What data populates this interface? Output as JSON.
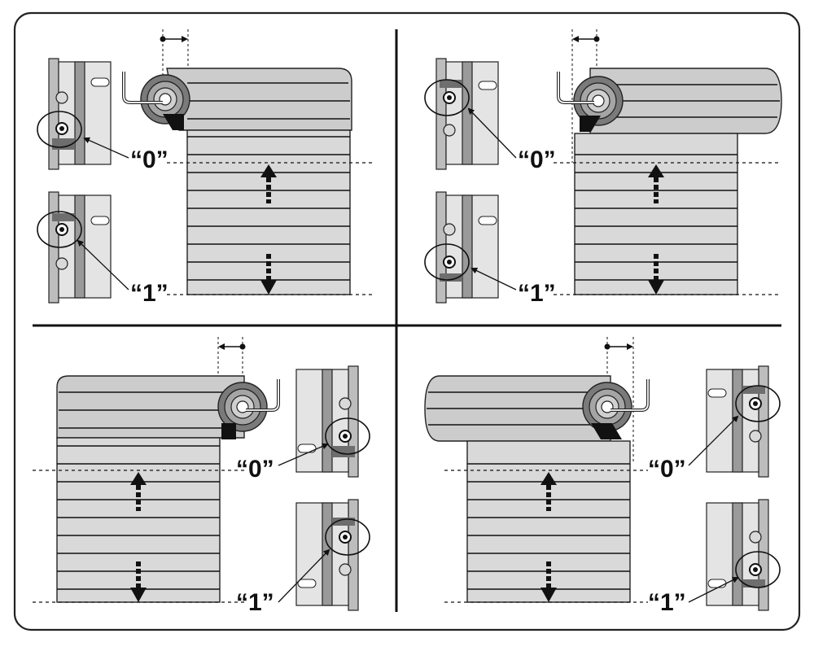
{
  "diagram": {
    "labels": {
      "pos0": "“0”",
      "pos1": "“1”"
    },
    "panels": [
      {
        "id": "top-left",
        "roll_side": "right"
      },
      {
        "id": "top-right",
        "roll_side": "left"
      },
      {
        "id": "bottom-left",
        "roll_side": "left"
      },
      {
        "id": "bottom-right",
        "roll_side": "right"
      }
    ],
    "colors": {
      "frame": "#222222",
      "slat_fill": "#d9d9d9",
      "slat_line": "#1a1a1a",
      "roll_fill": "#c8c8c8",
      "motor_head_outer": "#7a7a7a",
      "motor_head_inner": "#b5b5b5",
      "bracket_fill": "#e2e2e2",
      "bracket_dark": "#6e6e6e"
    }
  }
}
